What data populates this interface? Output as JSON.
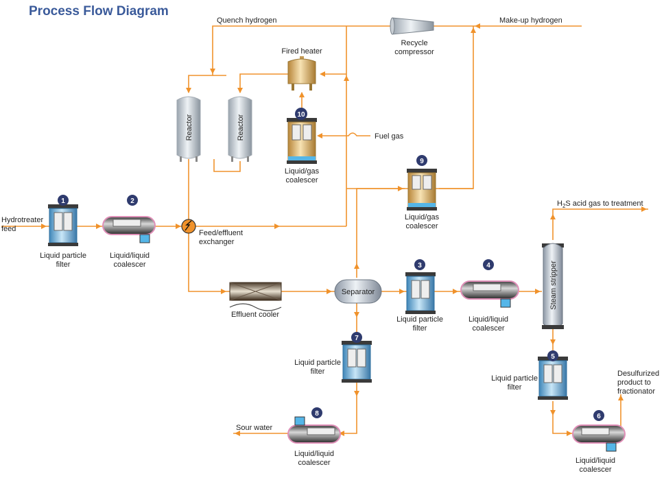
{
  "title": "Process Flow Diagram",
  "colors": {
    "flow": "#f0922b",
    "badge": "#2f3b6e",
    "title": "#3a5a9a"
  },
  "labels": {
    "quench_hydrogen": "Quench hydrogen",
    "make_up_hydrogen": "Make-up hydrogen",
    "recycle_compressor": [
      "Recycle",
      "compressor"
    ],
    "fired_heater": "Fired heater",
    "reactor": "Reactor",
    "fuel_gas": "Fuel gas",
    "hydrotreater_feed": [
      "Hydrotreater",
      "feed"
    ],
    "feed_effluent_exchanger": [
      "Feed/effluent",
      "exchanger"
    ],
    "effluent_cooler": "Effluent cooler",
    "separator": "Separator",
    "steam_stripper": "Steam stripper",
    "h2s_prefix": "H",
    "h2s_sub": "2",
    "h2s_suffix": "S acid gas to treatment",
    "desulfurized": [
      "Desulfurized",
      "product to",
      "fractionator"
    ],
    "sour_water": "Sour water"
  },
  "units": [
    {
      "num": "1",
      "lines": [
        "Liquid particle",
        "filter"
      ]
    },
    {
      "num": "2",
      "lines": [
        "Liquid/liquid",
        "coalescer"
      ]
    },
    {
      "num": "3",
      "lines": [
        "Liquid particle",
        "filter"
      ]
    },
    {
      "num": "4",
      "lines": [
        "Liquid/liquid",
        "coalescer"
      ]
    },
    {
      "num": "5",
      "lines": [
        "Liquid particle",
        "filter"
      ]
    },
    {
      "num": "6",
      "lines": [
        "Liquid/liquid",
        "coalescer"
      ]
    },
    {
      "num": "7",
      "lines": [
        "Liquid particle",
        "filter"
      ]
    },
    {
      "num": "8",
      "lines": [
        "Liquid/liquid",
        "coalescer"
      ]
    },
    {
      "num": "9",
      "lines": [
        "Liquid/gas",
        "coalescer"
      ]
    },
    {
      "num": "10",
      "lines": [
        "Liquid/gas",
        "coalescer"
      ]
    }
  ]
}
